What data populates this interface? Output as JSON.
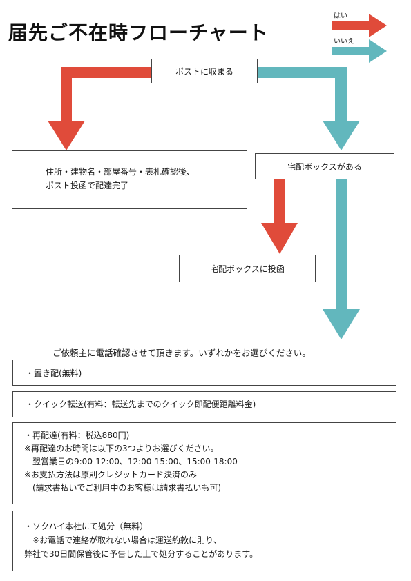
{
  "title": "届先ご不在時フローチャート",
  "legend": {
    "yes_label": "はい",
    "no_label": "いいえ",
    "yes_color": "#e04b3a",
    "no_color": "#62b7bd"
  },
  "nodes": {
    "start": "ポストに収まる",
    "post_done": [
      "住所・建物名・部屋番号・表札確認後、",
      "ポスト投函で配達完了"
    ],
    "delivery_box_question": "宅配ボックスがある",
    "delivery_box_done": "宅配ボックスに投函"
  },
  "instruction": "ご依頼主に電話確認させて頂きます。いずれかをお選びください。",
  "options": [
    {
      "lines": [
        "・置き配(無料)"
      ]
    },
    {
      "lines": [
        "・クイック転送(有料：転送先までのクイック即配便距離料金)"
      ]
    },
    {
      "lines": [
        "・再配達(有料：税込880円)",
        "※再配達のお時間は以下の3つよりお選びください。",
        "　翌営業日の9:00-12:00、12:00-15:00、15:00-18:00",
        "※お支払方法は原則クレジットカード決済のみ",
        "　(請求書払いでご利用中のお客様は請求書払いも可)"
      ]
    },
    {
      "lines": [
        "・ソクハイ本社にて処分（無料）",
        "　※お電話で連絡が取れない場合は運送約款に則り、",
        "弊社で30日間保管後に予告した上で処分することがあります。"
      ]
    }
  ]
}
